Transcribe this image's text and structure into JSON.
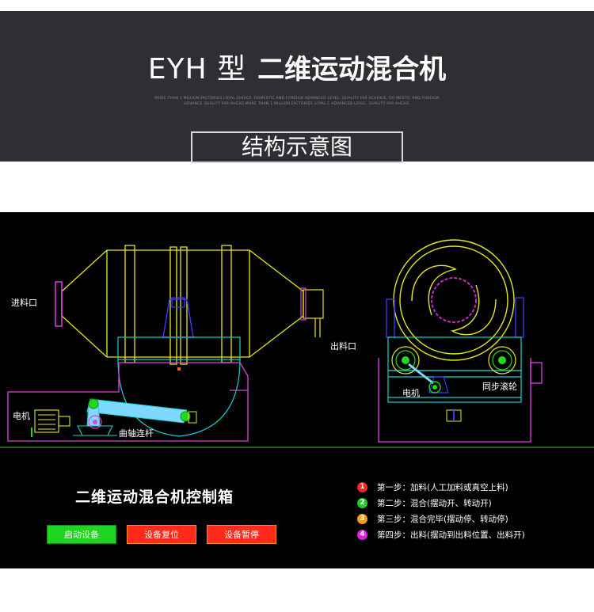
{
  "header": {
    "model": "EYH 型",
    "name": "二维运动混合机",
    "tagline": "MORE THAN 1 MILLION FACTORIES LOYAL CHOICE, DOMESTIC AND FOREIGN ADVANCED LEVEL, QUALITY FAR ACHOICE, DO MESTIC AND FOREIGN ADVANCE QUALITY FAR AHEAD MORE THAN 1 MILLION FACTORIES LOYAL C ADVANCED LEVEL, QUALITY FAR AHEAD.",
    "section": "结构示意图"
  },
  "diagram": {
    "labels": {
      "inlet": "进料口",
      "outlet": "出料口",
      "motor_left": "电机",
      "crank": "曲轴连杆",
      "motor_right": "电机",
      "sync_roller": "同步滚轮"
    },
    "colors": {
      "drum": "#e6e61a",
      "base": "#e040e0",
      "frame": "#1ad0d0",
      "linkage": "#7fd8ff",
      "gear": "#22d822",
      "floor": "#2fd02f",
      "inner": "#c030c0",
      "blue": "#3a3aff"
    }
  },
  "control_box": {
    "title": "二维运动混合机控制箱",
    "buttons": {
      "start": "启动设备",
      "reset": "设备复位",
      "pause": "设备暂停"
    }
  },
  "steps": [
    {
      "num": "1",
      "color": "#ff2020",
      "text": "第一步：加料(人工加料或真空上料)"
    },
    {
      "num": "2",
      "color": "#22cc22",
      "text": "第二步：混合(摆动开、转动开)"
    },
    {
      "num": "3",
      "color": "#ff9a10",
      "text": "第三步：混合完毕(摆动停、转动停)"
    },
    {
      "num": "4",
      "color": "#e020e0",
      "text": "第四步：出料(摆动到出料位置、出料开)"
    }
  ]
}
